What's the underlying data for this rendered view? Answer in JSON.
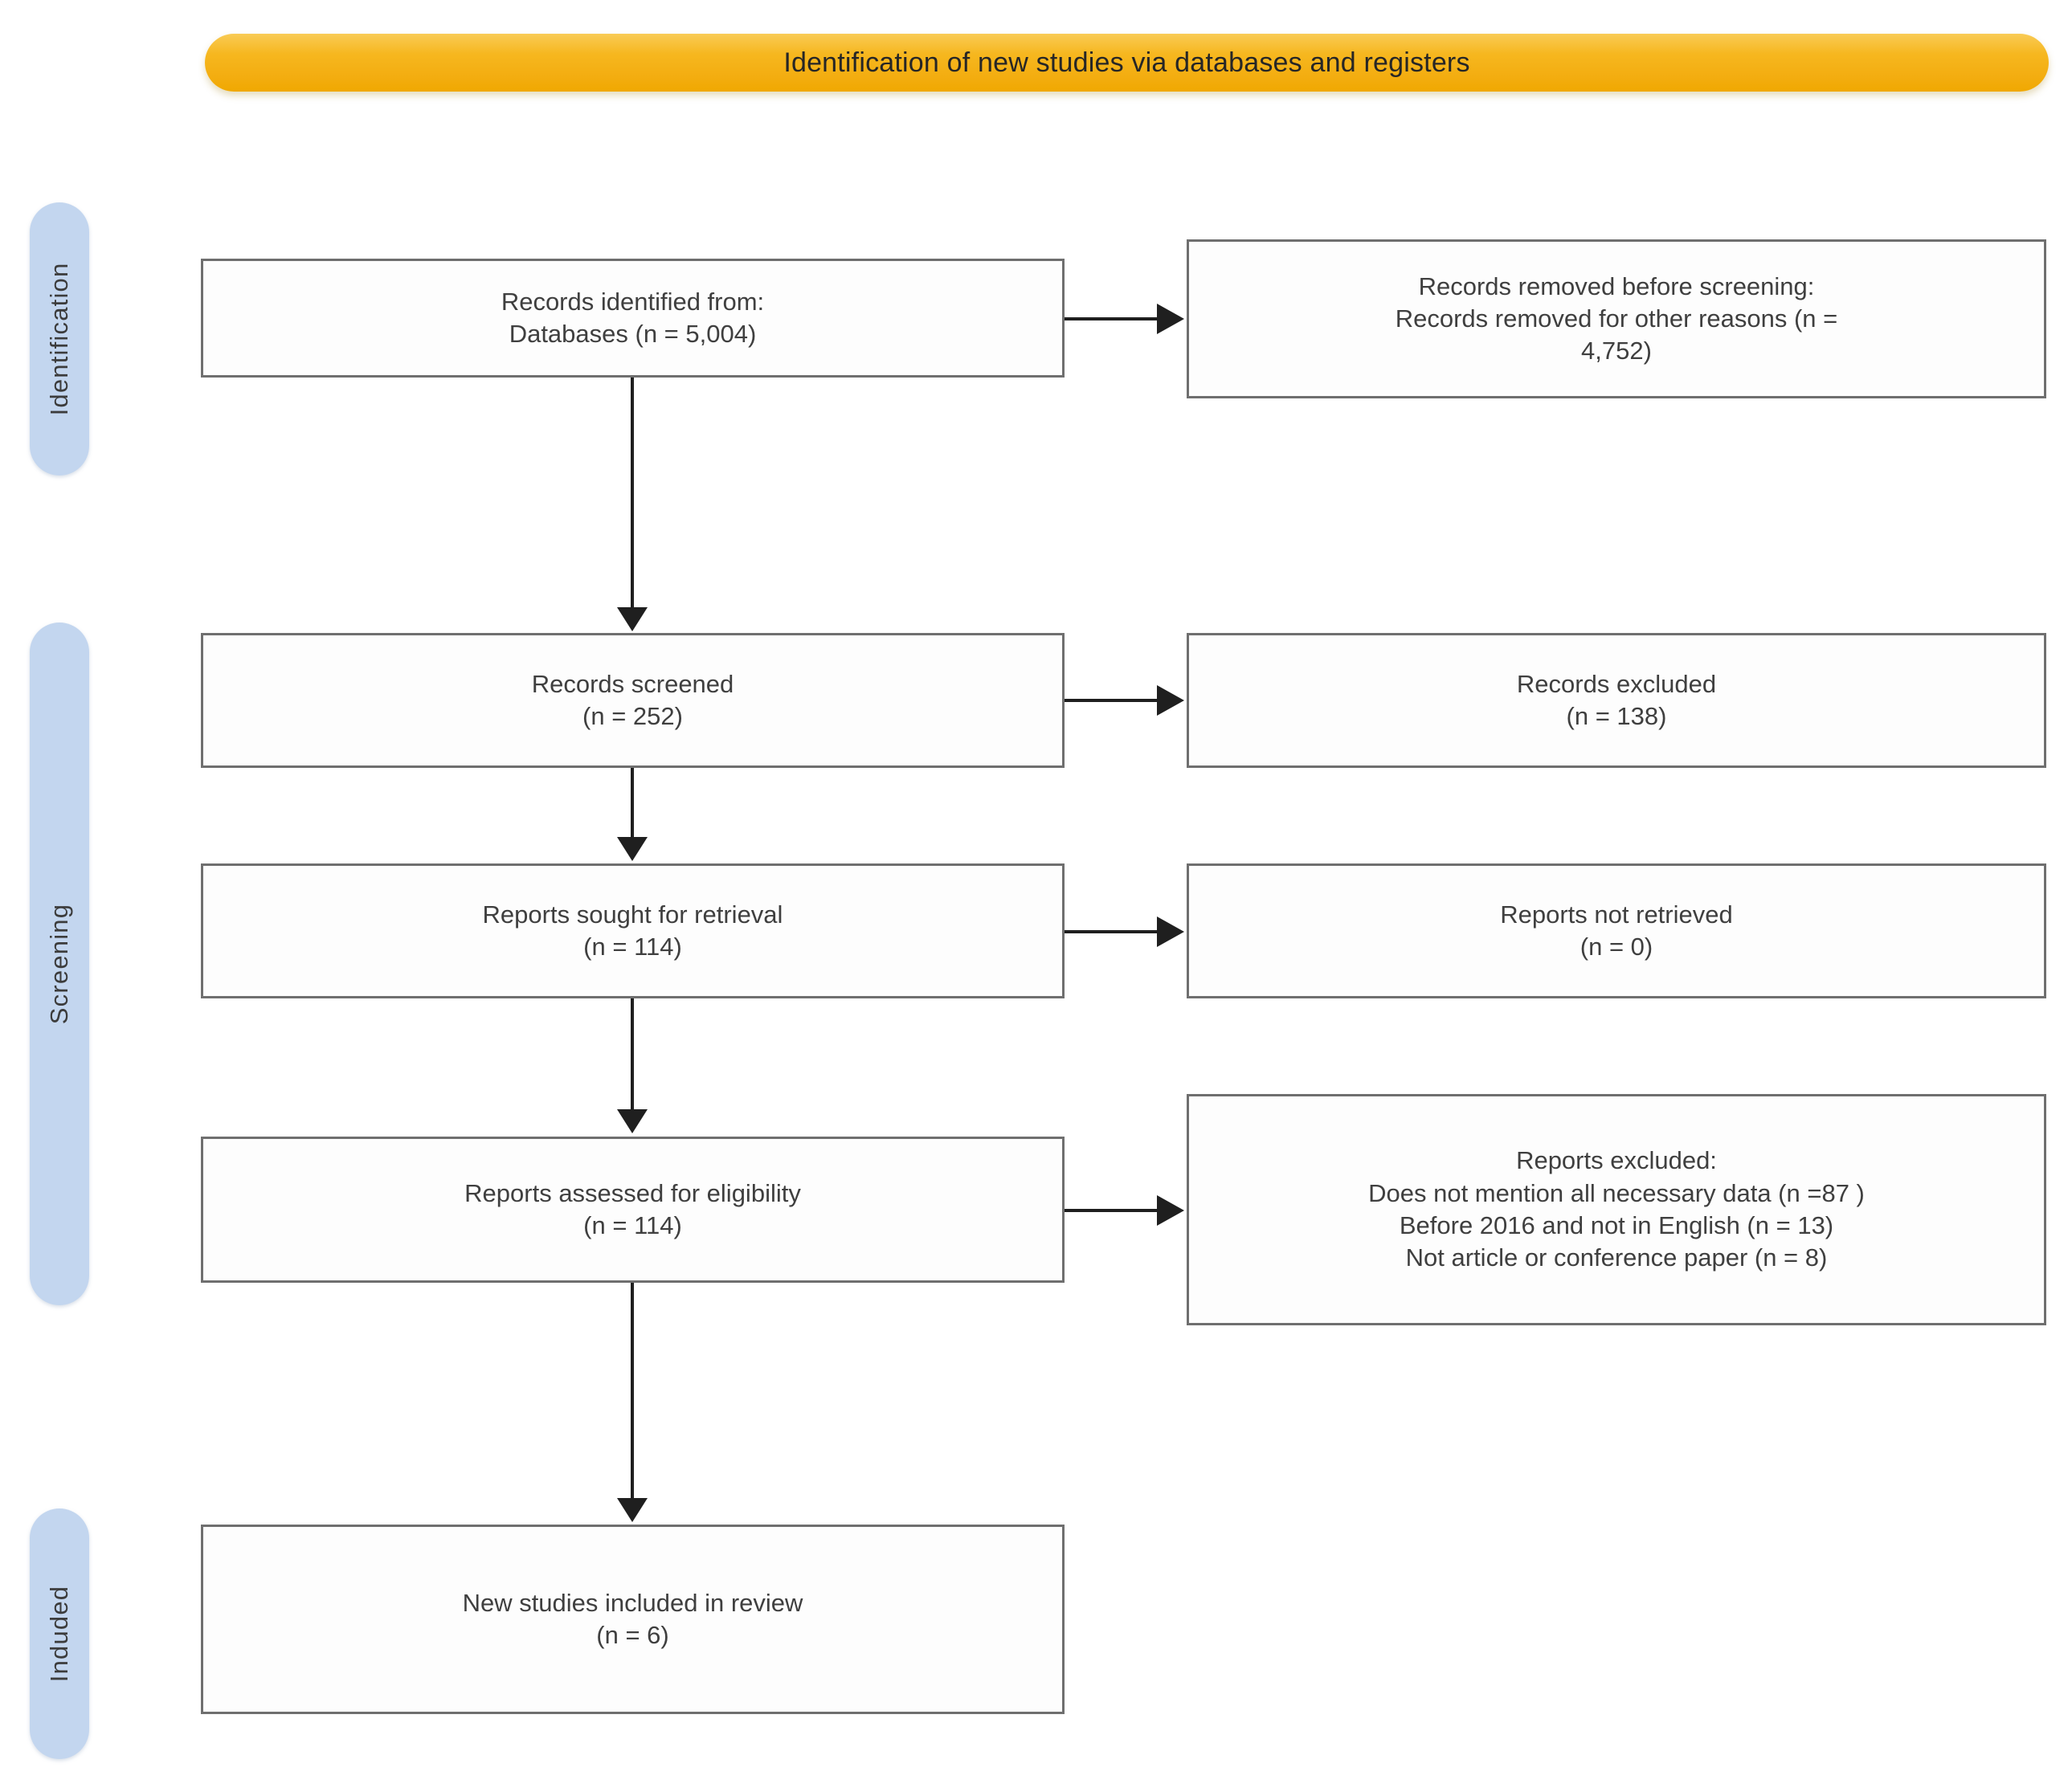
{
  "banner": {
    "title": "Identification of new studies via databases and registers",
    "color": "#f3ad10"
  },
  "stages": [
    {
      "id": "identification",
      "label": "Identification",
      "color": "#c3d6ef"
    },
    {
      "id": "screening",
      "label": "Screening",
      "color": "#c3d6ef"
    },
    {
      "id": "included",
      "label": "Induded",
      "color": "#c3d6ef"
    }
  ],
  "flow": {
    "identified": {
      "lines": [
        "Records identified from:",
        "Databases (n = 5,004)"
      ]
    },
    "removed": {
      "lines": [
        "Records removed before screening:",
        "Records removed for other reasons (n =",
        "4,752)"
      ]
    },
    "screened": {
      "lines": [
        "Records screened",
        "(n = 252)"
      ]
    },
    "excluded": {
      "lines": [
        "Records excluded",
        "(n = 138)"
      ]
    },
    "sought": {
      "lines": [
        "Reports sought for retrieval",
        "(n = 114)"
      ]
    },
    "not_retrieved": {
      "lines": [
        "Reports not retrieved",
        "(n = 0)"
      ]
    },
    "assessed": {
      "lines": [
        "Reports assessed for eligibility",
        "(n = 114)"
      ]
    },
    "reports_excluded": {
      "lines": [
        "Reports excluded:",
        "Does not mention all necessary data (n =87 )",
        "Before 2016 and not in English (n = 13)",
        "Not article or conference paper (n = 8)"
      ]
    },
    "included": {
      "lines": [
        "New studies included in review",
        "(n = 6)"
      ]
    }
  },
  "chart_data": {
    "type": "diagram",
    "title": "Identification of new studies via databases and registers",
    "nodes": [
      {
        "id": "identified",
        "stage": "Identification",
        "column": "left",
        "label": "Records identified from: Databases",
        "n": 5004
      },
      {
        "id": "removed",
        "stage": "Identification",
        "column": "right",
        "label": "Records removed before screening: Records removed for other reasons",
        "n": 4752
      },
      {
        "id": "screened",
        "stage": "Screening",
        "column": "left",
        "label": "Records screened",
        "n": 252
      },
      {
        "id": "excluded",
        "stage": "Screening",
        "column": "right",
        "label": "Records excluded",
        "n": 138
      },
      {
        "id": "sought",
        "stage": "Screening",
        "column": "left",
        "label": "Reports sought for retrieval",
        "n": 114
      },
      {
        "id": "not_retrieved",
        "stage": "Screening",
        "column": "right",
        "label": "Reports not retrieved",
        "n": 0
      },
      {
        "id": "assessed",
        "stage": "Screening",
        "column": "left",
        "label": "Reports assessed for eligibility",
        "n": 114
      },
      {
        "id": "reports_excluded",
        "stage": "Screening",
        "column": "right",
        "label": "Reports excluded",
        "reasons": [
          {
            "label": "Does not mention all necessary data",
            "n": 87
          },
          {
            "label": "Before 2016 and not in English",
            "n": 13
          },
          {
            "label": "Not article or conference paper",
            "n": 8
          }
        ]
      },
      {
        "id": "included",
        "stage": "Induded",
        "column": "left",
        "label": "New studies included in review",
        "n": 6
      }
    ],
    "edges": [
      {
        "from": "identified",
        "to": "removed",
        "direction": "right"
      },
      {
        "from": "identified",
        "to": "screened",
        "direction": "down"
      },
      {
        "from": "screened",
        "to": "excluded",
        "direction": "right"
      },
      {
        "from": "screened",
        "to": "sought",
        "direction": "down"
      },
      {
        "from": "sought",
        "to": "not_retrieved",
        "direction": "right"
      },
      {
        "from": "sought",
        "to": "assessed",
        "direction": "down"
      },
      {
        "from": "assessed",
        "to": "reports_excluded",
        "direction": "right"
      },
      {
        "from": "assessed",
        "to": "included",
        "direction": "down"
      }
    ]
  }
}
